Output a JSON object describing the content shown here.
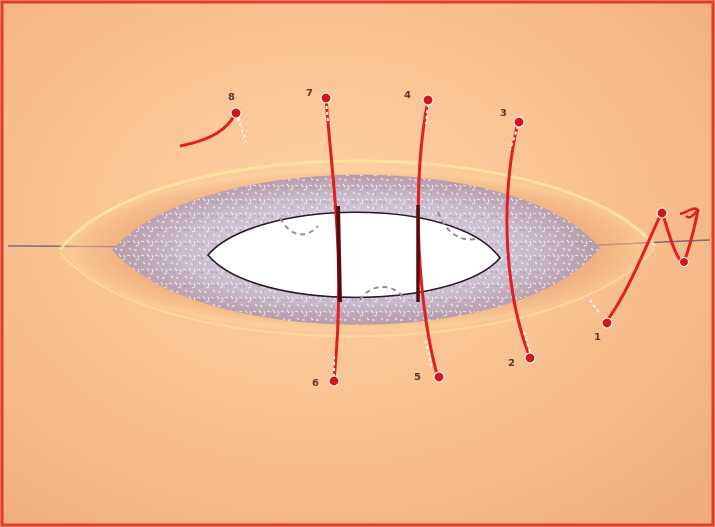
{
  "diagram": {
    "colors": {
      "skin": "#f6b98a",
      "skin_light": "#ffd2a6",
      "incision_line": "#7a6a78",
      "wound_bed": "#c9bccf",
      "suture": "#e02020",
      "suture_end": "#d11818",
      "frame": "#e23b2b"
    },
    "suture_labels": [
      {
        "id": "1",
        "text": "1"
      },
      {
        "id": "2",
        "text": "2"
      },
      {
        "id": "3",
        "text": "3"
      },
      {
        "id": "4",
        "text": "4"
      },
      {
        "id": "5",
        "text": "5"
      },
      {
        "id": "6",
        "text": "6"
      },
      {
        "id": "7",
        "text": "7"
      },
      {
        "id": "8",
        "text": "8"
      }
    ]
  }
}
